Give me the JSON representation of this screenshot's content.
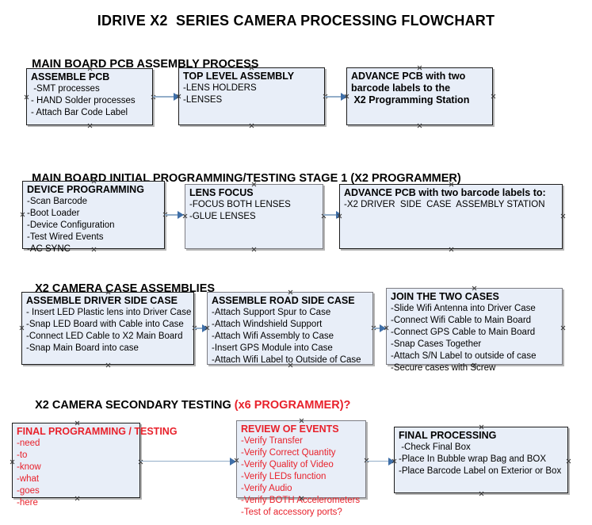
{
  "document": {
    "title": "IDRIVE X2  SERIES CAMERA PROCESSING FLOWCHART"
  },
  "sections": [
    {
      "id": "main-board-pcb-assembly-process",
      "heading": "MAIN BOARD PCB ASSEMBLY PROCESS",
      "heading_red": "",
      "nodes": [
        {
          "id": "assemble-pcb",
          "title": "ASSEMBLE PCB",
          "lines": [
            " -SMT processes",
            "- HAND Solder processes",
            "- Attach Bar Code Label"
          ]
        },
        {
          "id": "top-level-assembly",
          "title": "TOP LEVEL ASSEMBLY",
          "lines": [
            "-LENS HOLDERS",
            "-LENSES"
          ]
        },
        {
          "id": "advance-pcb-to-x2-programming-station",
          "title": "ADVANCE PCB with two",
          "lines": [
            "barcode labels to the",
            " X2 Programming Station"
          ],
          "bold_lines": true
        }
      ]
    },
    {
      "id": "main-board-initial-programming",
      "heading": "MAIN BOARD INITIAL PROGRAMMING/TESTING STAGE 1 (X2 PROGRAMMER)",
      "heading_red": "",
      "nodes": [
        {
          "id": "device-programming",
          "title": "DEVICE PROGRAMMING",
          "lines": [
            "-Scan Barcode",
            "-Boot Loader",
            "-Device Configuration",
            "-Test Wired Events",
            "-AC SYNC"
          ]
        },
        {
          "id": "lens-focus",
          "title": "LENS FOCUS",
          "lines": [
            "-FOCUS BOTH LENSES",
            "-GLUE LENSES"
          ]
        },
        {
          "id": "advance-pcb-to-driver-side-case-assembly",
          "title": "ADVANCE PCB with two barcode labels to:",
          "lines": [
            "-X2 DRIVER  SIDE  CASE  ASSEMBLY STATION"
          ]
        }
      ]
    },
    {
      "id": "x2-camera-case-assemblies",
      "heading": "X2 CAMERA CASE ASSEMBLIES",
      "heading_red": "",
      "nodes": [
        {
          "id": "assemble-driver-side-case",
          "title": "ASSEMBLE DRIVER SIDE CASE",
          "lines": [
            "- Insert LED Plastic lens into Driver Case",
            "-Snap LED Board with Cable into Case",
            "-Connect LED Cable to X2 Main Board",
            "-Snap Main Board into case"
          ]
        },
        {
          "id": "assemble-road-side-case",
          "title": "ASSEMBLE ROAD SIDE CASE",
          "lines": [
            "-Attach Support Spur to Case",
            "-Attach Windshield Support",
            "-Attach Wifi Assembly to Case",
            "-Insert GPS Module into Case",
            "-Attach Wifi Label to Outside of Case"
          ]
        },
        {
          "id": "join-the-two-cases",
          "title": "JOIN THE TWO CASES",
          "lines": [
            "-Slide Wifi Antenna into Driver Case",
            "-Connect Wifi Cable to Main Board",
            "-Connect GPS Cable to Main Board",
            "-Snap Cases Together",
            "-Attach S/N Label to outside of case",
            "-Secure cases with Screw"
          ]
        }
      ]
    },
    {
      "id": "x2-camera-secondary-testing",
      "heading": "X2 CAMERA SECONDARY TESTING ",
      "heading_red": "(x6 PROGRAMMER)?",
      "nodes": [
        {
          "id": "final-programming-testing",
          "title": "FINAL PROGRAMMING / TESTING",
          "lines": [
            "-need",
            "-to",
            "-know",
            "-what",
            "-goes",
            "-here"
          ],
          "color": "red"
        },
        {
          "id": "review-of-events",
          "title": "REVIEW OF EVENTS",
          "lines": [
            "-Verify Transfer",
            "-Verify Correct Quantity",
            "-Verify Quality of Video",
            "-Verify LEDs function",
            "-Verify Audio",
            "-Verify BOTH Accelerometers",
            "-Test of accessory ports?"
          ],
          "color": "red"
        },
        {
          "id": "final-processing",
          "title": "FINAL PROCESSING",
          "lines": [
            " -Check Final Box",
            "-Place In Bubble wrap Bag and BOX",
            "-Place Barcode Label on Exterior or Box"
          ]
        }
      ]
    }
  ],
  "colors": {
    "box_fill": "#e8eef8",
    "box_border": "#1c1c1c",
    "connector": "#93aec9",
    "arrowhead": "#3f6fa8",
    "red_text": "#e8212b",
    "page_background": "#ffffff"
  }
}
